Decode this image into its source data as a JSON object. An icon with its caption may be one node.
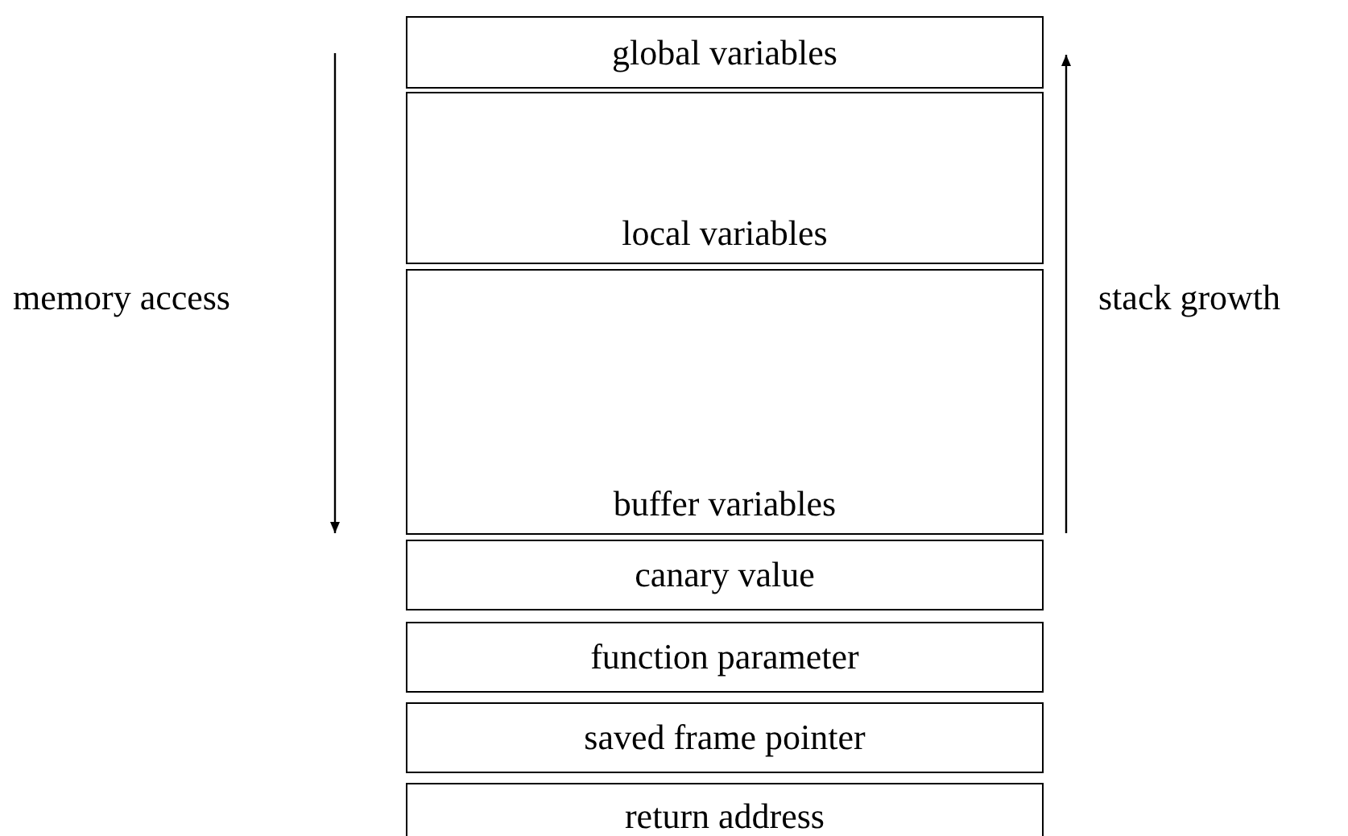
{
  "diagram": {
    "nodes": [
      {
        "text": [
          "global variables"
        ]
      },
      {
        "text": [
          "local variables"
        ]
      },
      {
        "text": [
          "buffer variables"
        ]
      },
      {
        "text": [
          "canary value"
        ]
      },
      {
        "text": [
          "function parameter"
        ]
      },
      {
        "text": [
          "saved frame pointer"
        ]
      },
      {
        "text": [
          "return address"
        ]
      }
    ],
    "labels": [
      "memory access",
      "stack growth"
    ]
  }
}
